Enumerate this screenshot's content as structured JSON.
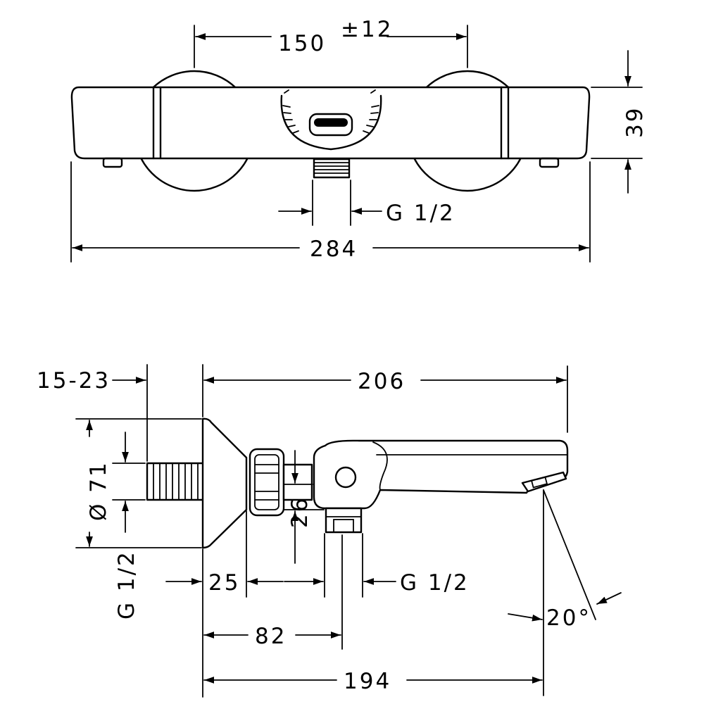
{
  "front_view": {
    "wall_connection_spacing": "150",
    "spacing_tolerance": "±12",
    "body_height": "39",
    "outlet_thread": "G 1/2",
    "overall_width": "284"
  },
  "side_view": {
    "wall_projection_range": "15-23",
    "depth_to_spout": "206",
    "escutcheon_diameter": "Ø 71",
    "inlet_thread": "G 1/2",
    "spout_drop": "26",
    "connector_length": "25",
    "outlet_thread": "G 1/2",
    "outlet_centre_distance": "82",
    "spout_tip_distance": "194",
    "spout_angle": "20°"
  }
}
